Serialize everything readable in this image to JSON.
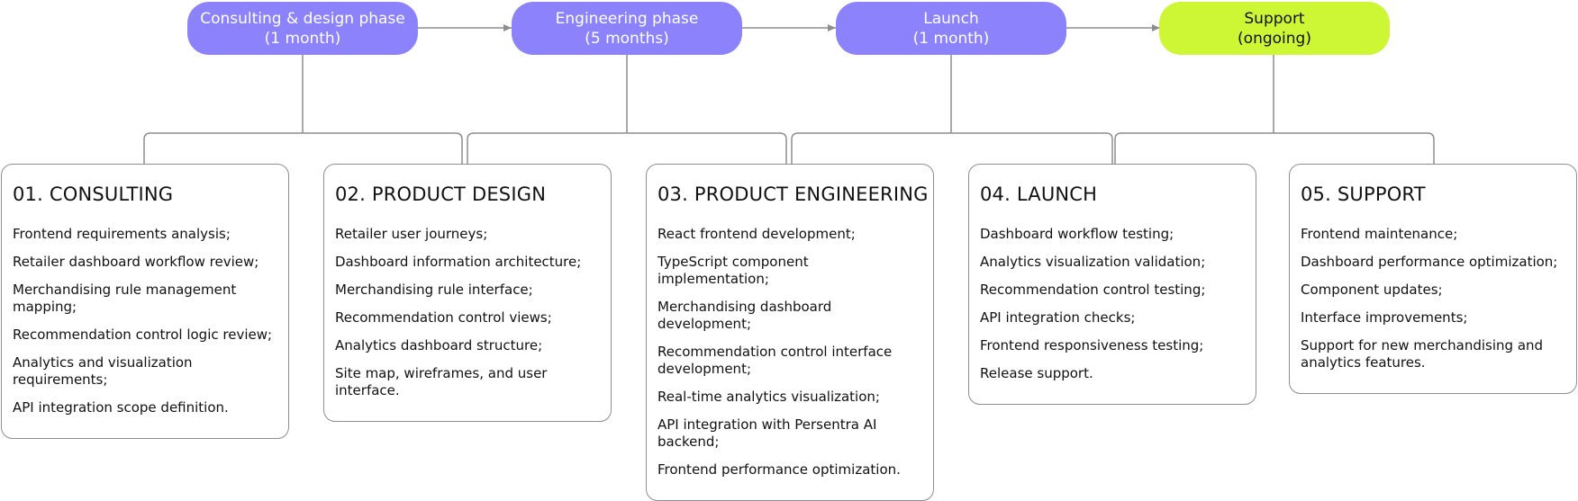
{
  "colors": {
    "phase_fill": "#8c82fc",
    "support_fill": "#cdf635",
    "connector": "#8e8e8e",
    "card_border": "#8e8e8e"
  },
  "phases": [
    {
      "label": "Consulting & design phase",
      "duration": "(1 month)"
    },
    {
      "label": "Engineering phase",
      "duration": "(5 months)"
    },
    {
      "label": "Launch",
      "duration": "(1 month)"
    },
    {
      "label": "Support",
      "duration": "(ongoing)"
    }
  ],
  "cards": [
    {
      "title": "01. CONSULTING",
      "items": [
        "Frontend requirements analysis;",
        "Retailer dashboard workflow review;",
        "Merchandising rule management mapping;",
        "Recommendation control logic review;",
        "Analytics and visualization requirements;",
        "API integration scope definition."
      ]
    },
    {
      "title": "02. PRODUCT DESIGN",
      "items": [
        "Retailer user journeys;",
        "Dashboard information architecture;",
        "Merchandising rule interface;",
        "Recommendation control views;",
        "Analytics dashboard structure;",
        "Site map, wireframes, and user interface."
      ]
    },
    {
      "title": "03. PRODUCT ENGINEERING",
      "items": [
        "React frontend development;",
        "TypeScript component implementation;",
        "Merchandising dashboard development;",
        "Recommendation control interface development;",
        "Real-time analytics visualization;",
        "API integration with Persentra AI backend;",
        "Frontend performance optimization."
      ]
    },
    {
      "title": "04. LAUNCH",
      "items": [
        "Dashboard workflow testing;",
        "Analytics visualization validation;",
        "Recommendation control testing;",
        "API integration checks;",
        "Frontend responsiveness testing;",
        "Release support."
      ]
    },
    {
      "title": "05. SUPPORT",
      "items": [
        "Frontend maintenance;",
        "Dashboard performance optimization;",
        "Component updates;",
        "Interface improvements;",
        "Support for new merchandising and analytics features."
      ]
    }
  ]
}
